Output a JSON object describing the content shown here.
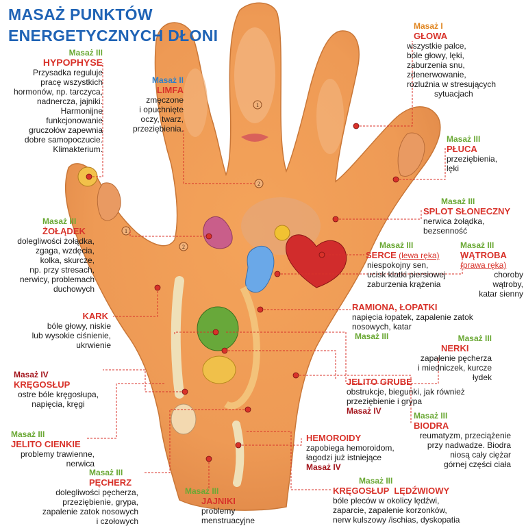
{
  "title": {
    "line1": "MASAŻ PUNKTÓW",
    "line2": "ENERGETYCZNYCH DŁONI"
  },
  "colors": {
    "title": "#1f63b5",
    "massage_green": "#6aa834",
    "massage_blue": "#2d7fc9",
    "massage_orange": "#e0841e",
    "massage_dark": "#a3131a",
    "label_red": "#d8322a",
    "hand": "#f0a25c",
    "leader": "#d8322a"
  },
  "hand_markers": {
    "one": "1",
    "two": "2"
  },
  "points": {
    "glowa": {
      "massage": "Masaż  I",
      "label": "GŁOWA",
      "desc": [
        "wszystkie palce,",
        "bóle głowy, lęki,",
        "zaburzenia snu,",
        "zdenerwowanie,",
        "rozluźnia w stresujących",
        "sytuacjach"
      ]
    },
    "hypophyse": {
      "massage": "Masaż III",
      "label": "HYPOPHYSE",
      "desc": [
        "Przysadka reguluje",
        "pracę wszystkich",
        "hormonów, np. tarczyca,",
        "nadnercza, jajniki.",
        "Harmonijne",
        "funkcjonowanie",
        "gruczołów zapewnia",
        "dobre samopoczucie.",
        "Klimakterium."
      ]
    },
    "limfa": {
      "massage": "Masaż II",
      "label": "LIMFA",
      "desc": [
        "zmęczone",
        "i opuchnięte",
        "oczy, twarz,",
        "przeziębienia."
      ]
    },
    "pluca": {
      "massage": "Masaż III",
      "label": "PŁUCA",
      "desc": [
        "przeziębienia,",
        "lęki"
      ]
    },
    "splot": {
      "massage": "Masaż III",
      "label": "SPLOT SŁONECZNY",
      "desc": [
        "nerwica żołądka,",
        "bezsenność"
      ]
    },
    "zoladek": {
      "massage": "Masaż III",
      "label": "ŻOŁĄDEK",
      "desc": [
        "dolegliwości żołądka,",
        "zgaga, wzdęcia,",
        "kolka, skurcze,",
        "np. przy stresach,",
        "nerwicy, problemach",
        "duchowych"
      ]
    },
    "serce": {
      "massage": "Masaż III",
      "label": "SERCE",
      "sub": "(lewa ręka)",
      "desc": [
        "niespokojny sen,",
        "ucisk klatki piersiowej",
        "zaburzenia krążenia"
      ]
    },
    "watroba": {
      "massage": "Masaż III",
      "label": "WĄTROBA",
      "sub": "(prawa ręka)",
      "desc": [
        "choroby",
        "wątroby,",
        "katar sienny"
      ]
    },
    "ramiona": {
      "label": "RAMIONA, ŁOPATKI",
      "desc": [
        "napięcia łopatek, zapalenie zatok",
        "nosowych, katar"
      ],
      "massage": "Masaż III"
    },
    "kark": {
      "label": "KARK",
      "desc": [
        "bóle głowy, niskie",
        "lub wysokie ciśnienie,",
        "ukrwienie"
      ]
    },
    "nerki": {
      "massage": "Masaż III",
      "label": "NERKI",
      "desc": [
        "zapalenie pęcherza",
        "i miedniczek, kurcze",
        "łydek"
      ]
    },
    "kregoslup": {
      "massage": "Masaż IV",
      "label": "KRĘGOSŁUP",
      "desc": [
        "ostre bóle kręgosłupa,",
        "napięcia, kręgi"
      ]
    },
    "jelito_grube": {
      "label": "JELITO GRUBE",
      "desc": [
        "obstrukcje, biegunki, jak również",
        "przeziębienie i grypa"
      ],
      "massage": "Masaż IV"
    },
    "biodra": {
      "massage": "Masaż III",
      "label": "BIODRA",
      "desc": [
        "reumatyzm, przeciążenie",
        "przy nadwadze. Biodra",
        "niosą cały ciężar",
        "górnej części ciała"
      ]
    },
    "jelito_cienkie": {
      "massage": "Masaż III",
      "label": "JELITO  CIENKIE",
      "desc": [
        "problemy trawienne,",
        "nerwica"
      ]
    },
    "hemoroidy": {
      "label": "HEMOROIDY",
      "desc": [
        "zapobiega hemoroidom,",
        "łagodzi już istniejące"
      ],
      "massage": "Masaż IV"
    },
    "pecherz": {
      "massage": "Masaż III",
      "label": "PĘCHERZ",
      "desc": [
        "dolegliwości pęcherza,",
        "przeziębienie, grypa,",
        "zapalenie zatok nosowych",
        "i czołowych"
      ]
    },
    "jajniki": {
      "massage": "Masaż III",
      "label": "JAJNIKI",
      "desc": [
        "problemy",
        "menstruacyjne"
      ]
    },
    "ledzwiowy": {
      "massage": "Masaż III",
      "label": "KRĘGOSŁUP  LĘDŹWIOWY",
      "desc": [
        "bóle pleców w okolicy lędźwi,",
        "zaparcie, zapalenie korzonków,",
        "nerw kulszowy /ischias, dyskopatia"
      ]
    }
  }
}
